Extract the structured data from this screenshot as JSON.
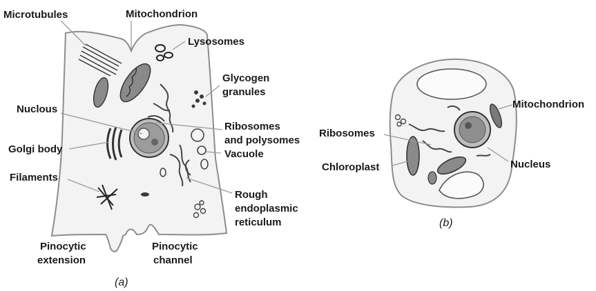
{
  "animal_cell": {
    "caption": "(a)",
    "labels": {
      "microtubules": "Microtubules",
      "mitochondrion": "Mitochondrion",
      "lysosomes": "Lysosomes",
      "glycogen_1": "Glycogen",
      "glycogen_2": "granules",
      "nuclous": "Nuclous",
      "ribosomes_1": "Ribosomes",
      "ribosomes_2": "and polysomes",
      "vacuole": "Vacuole",
      "golgi": "Golgi body",
      "filaments": "Filaments",
      "rough_er_1": "Rough",
      "rough_er_2": "endoplasmic",
      "rough_er_3": "reticulum",
      "pino_ext_1": "Pinocytic",
      "pino_ext_2": "extension",
      "pino_ch_1": "Pinocytic",
      "pino_ch_2": "channel"
    }
  },
  "plant_cell": {
    "caption": "(b)",
    "labels": {
      "mitochondrion": "Mitochondrion",
      "ribosomes": "Ribosomes",
      "chloroplast": "Chloroplast",
      "nucleus": "Nucleus"
    }
  }
}
